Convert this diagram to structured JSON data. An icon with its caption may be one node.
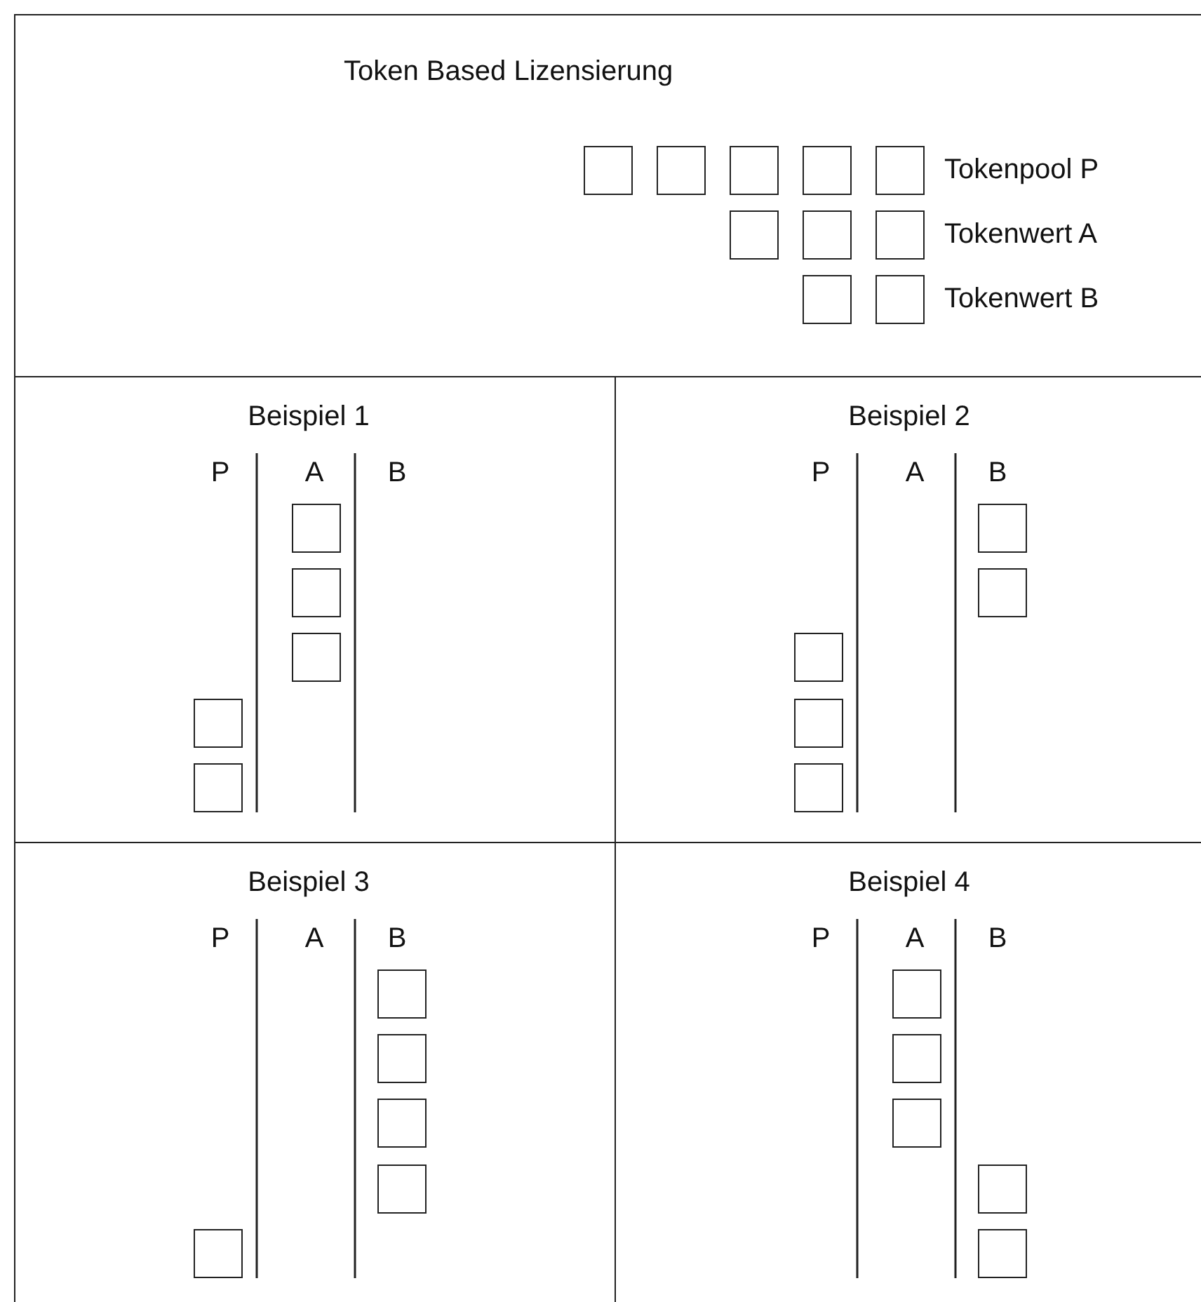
{
  "diagram": {
    "nodes": [
      {
        "text": [
          "Token Based Lizensierung",
          "Tokenpool P",
          "Tokenwert A",
          "Tokenwert B"
        ]
      },
      {
        "text": [],
        "shape": "box",
        "in": 0
      },
      {
        "text": [],
        "shape": "box",
        "in": 0
      },
      {
        "text": [],
        "shape": "box",
        "in": 0
      },
      {
        "text": [],
        "shape": "box",
        "in": 0
      },
      {
        "text": [],
        "shape": "box",
        "in": 0
      },
      {
        "text": [],
        "shape": "box",
        "in": 0
      },
      {
        "text": [],
        "shape": "box",
        "in": 0
      },
      {
        "text": [],
        "shape": "box",
        "in": 0
      },
      {
        "text": [],
        "shape": "box",
        "in": 0
      },
      {
        "text": [],
        "shape": "box",
        "in": 0
      },
      {
        "text": [
          "Beispiel 1",
          "P",
          "A",
          "B"
        ]
      },
      {
        "text": [],
        "shape": "box",
        "in": 11
      },
      {
        "text": [],
        "shape": "box",
        "in": 11
      },
      {
        "text": [],
        "shape": "box",
        "in": 11
      },
      {
        "text": [],
        "shape": "box",
        "in": 11
      },
      {
        "text": [],
        "shape": "box",
        "in": 11
      },
      {
        "text": [
          "Beispiel 2",
          "P",
          "A",
          "B"
        ]
      },
      {
        "text": [],
        "shape": "box",
        "in": 17
      },
      {
        "text": [],
        "shape": "box",
        "in": 17
      },
      {
        "text": [],
        "shape": "box",
        "in": 17
      },
      {
        "text": [],
        "shape": "box",
        "in": 17
      },
      {
        "text": [],
        "shape": "box",
        "in": 17
      },
      {
        "text": [
          "Beispiel 3",
          "P",
          "A",
          "B"
        ]
      },
      {
        "text": [],
        "shape": "box",
        "in": 23
      },
      {
        "text": [],
        "shape": "box",
        "in": 23
      },
      {
        "text": [],
        "shape": "box",
        "in": 23
      },
      {
        "text": [],
        "shape": "box",
        "in": 23
      },
      {
        "text": [],
        "shape": "box",
        "in": 23
      },
      {
        "text": [
          "Beispiel 4",
          "P",
          "A",
          "B"
        ]
      },
      {
        "text": [],
        "shape": "box",
        "in": 29
      },
      {
        "text": [],
        "shape": "box",
        "in": 29
      },
      {
        "text": [],
        "shape": "box",
        "in": 29
      },
      {
        "text": [],
        "shape": "box",
        "in": 29
      },
      {
        "text": [],
        "shape": "box",
        "in": 29
      }
    ]
  }
}
